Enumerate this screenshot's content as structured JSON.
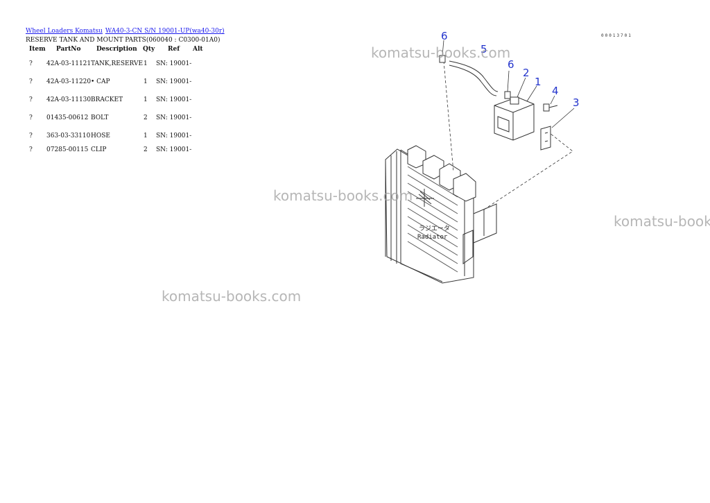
{
  "breadcrumb": {
    "link1": "Wheel Loaders Komatsu",
    "link2": "WA40-3-CN S/N 19001-UP(wa40-30r)"
  },
  "page_title": "RESERVE TANK AND MOUNT PARTS(060040 : C0300-01A0)",
  "table": {
    "headers": {
      "item": "Item",
      "partno": "PartNo",
      "description": "Description",
      "qty": "Qty",
      "ref": "Ref",
      "alt": "Alt"
    },
    "rows": [
      {
        "item": "?",
        "partno": "42A-03-11121",
        "description": "TANK,RESERVE",
        "qty": "1",
        "ref": "SN: 19001-"
      },
      {
        "item": "?",
        "partno": "42A-03-11220",
        "description": "• CAP",
        "qty": "1",
        "ref": "SN: 19001-"
      },
      {
        "item": "?",
        "partno": "42A-03-11130",
        "description": "BRACKET",
        "qty": "1",
        "ref": "SN: 19001-"
      },
      {
        "item": "?",
        "partno": "01435-00612",
        "description": "BOLT",
        "qty": "2",
        "ref": "SN: 19001-"
      },
      {
        "item": "?",
        "partno": "363-03-33110",
        "description": "HOSE",
        "qty": "1",
        "ref": "SN: 19001-"
      },
      {
        "item": "?",
        "partno": "07285-00115",
        "description": "CLIP",
        "qty": "2",
        "ref": "SN: 19001-"
      }
    ]
  },
  "watermark_text": "komatsu-books.com",
  "diagram": {
    "ref_code": "00013701",
    "callouts": [
      "6",
      "5",
      "6",
      "2",
      "1",
      "4",
      "3"
    ],
    "radiator_label_jp": "ラジエータ",
    "radiator_label": "Radiator"
  }
}
